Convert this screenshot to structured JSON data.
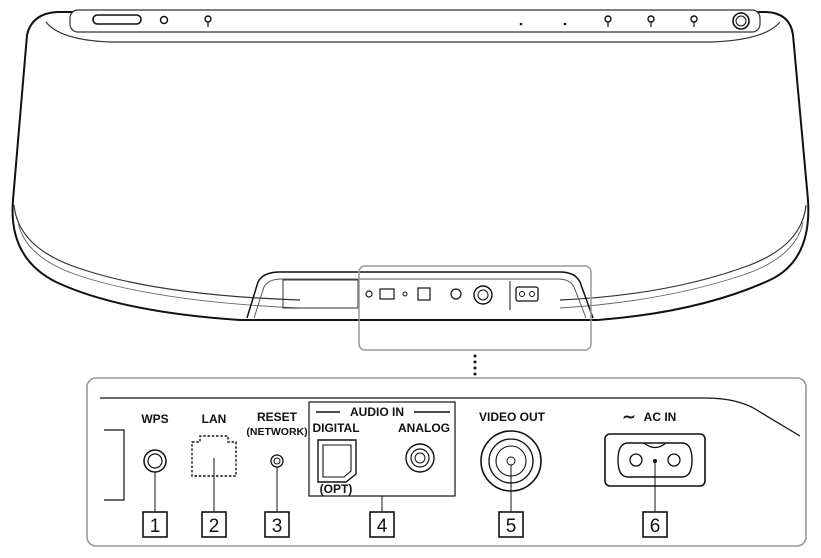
{
  "labels": {
    "wps": "WPS",
    "lan": "LAN",
    "reset": "RESET",
    "reset_sub": "(NETWORK)",
    "audio_in": "AUDIO IN",
    "digital": "DIGITAL",
    "opt": "(OPT)",
    "analog": "ANALOG",
    "video_out": "VIDEO OUT",
    "ac_in": "AC IN",
    "ac_symbol": "∼"
  },
  "callouts": [
    "1",
    "2",
    "3",
    "4",
    "5",
    "6"
  ]
}
